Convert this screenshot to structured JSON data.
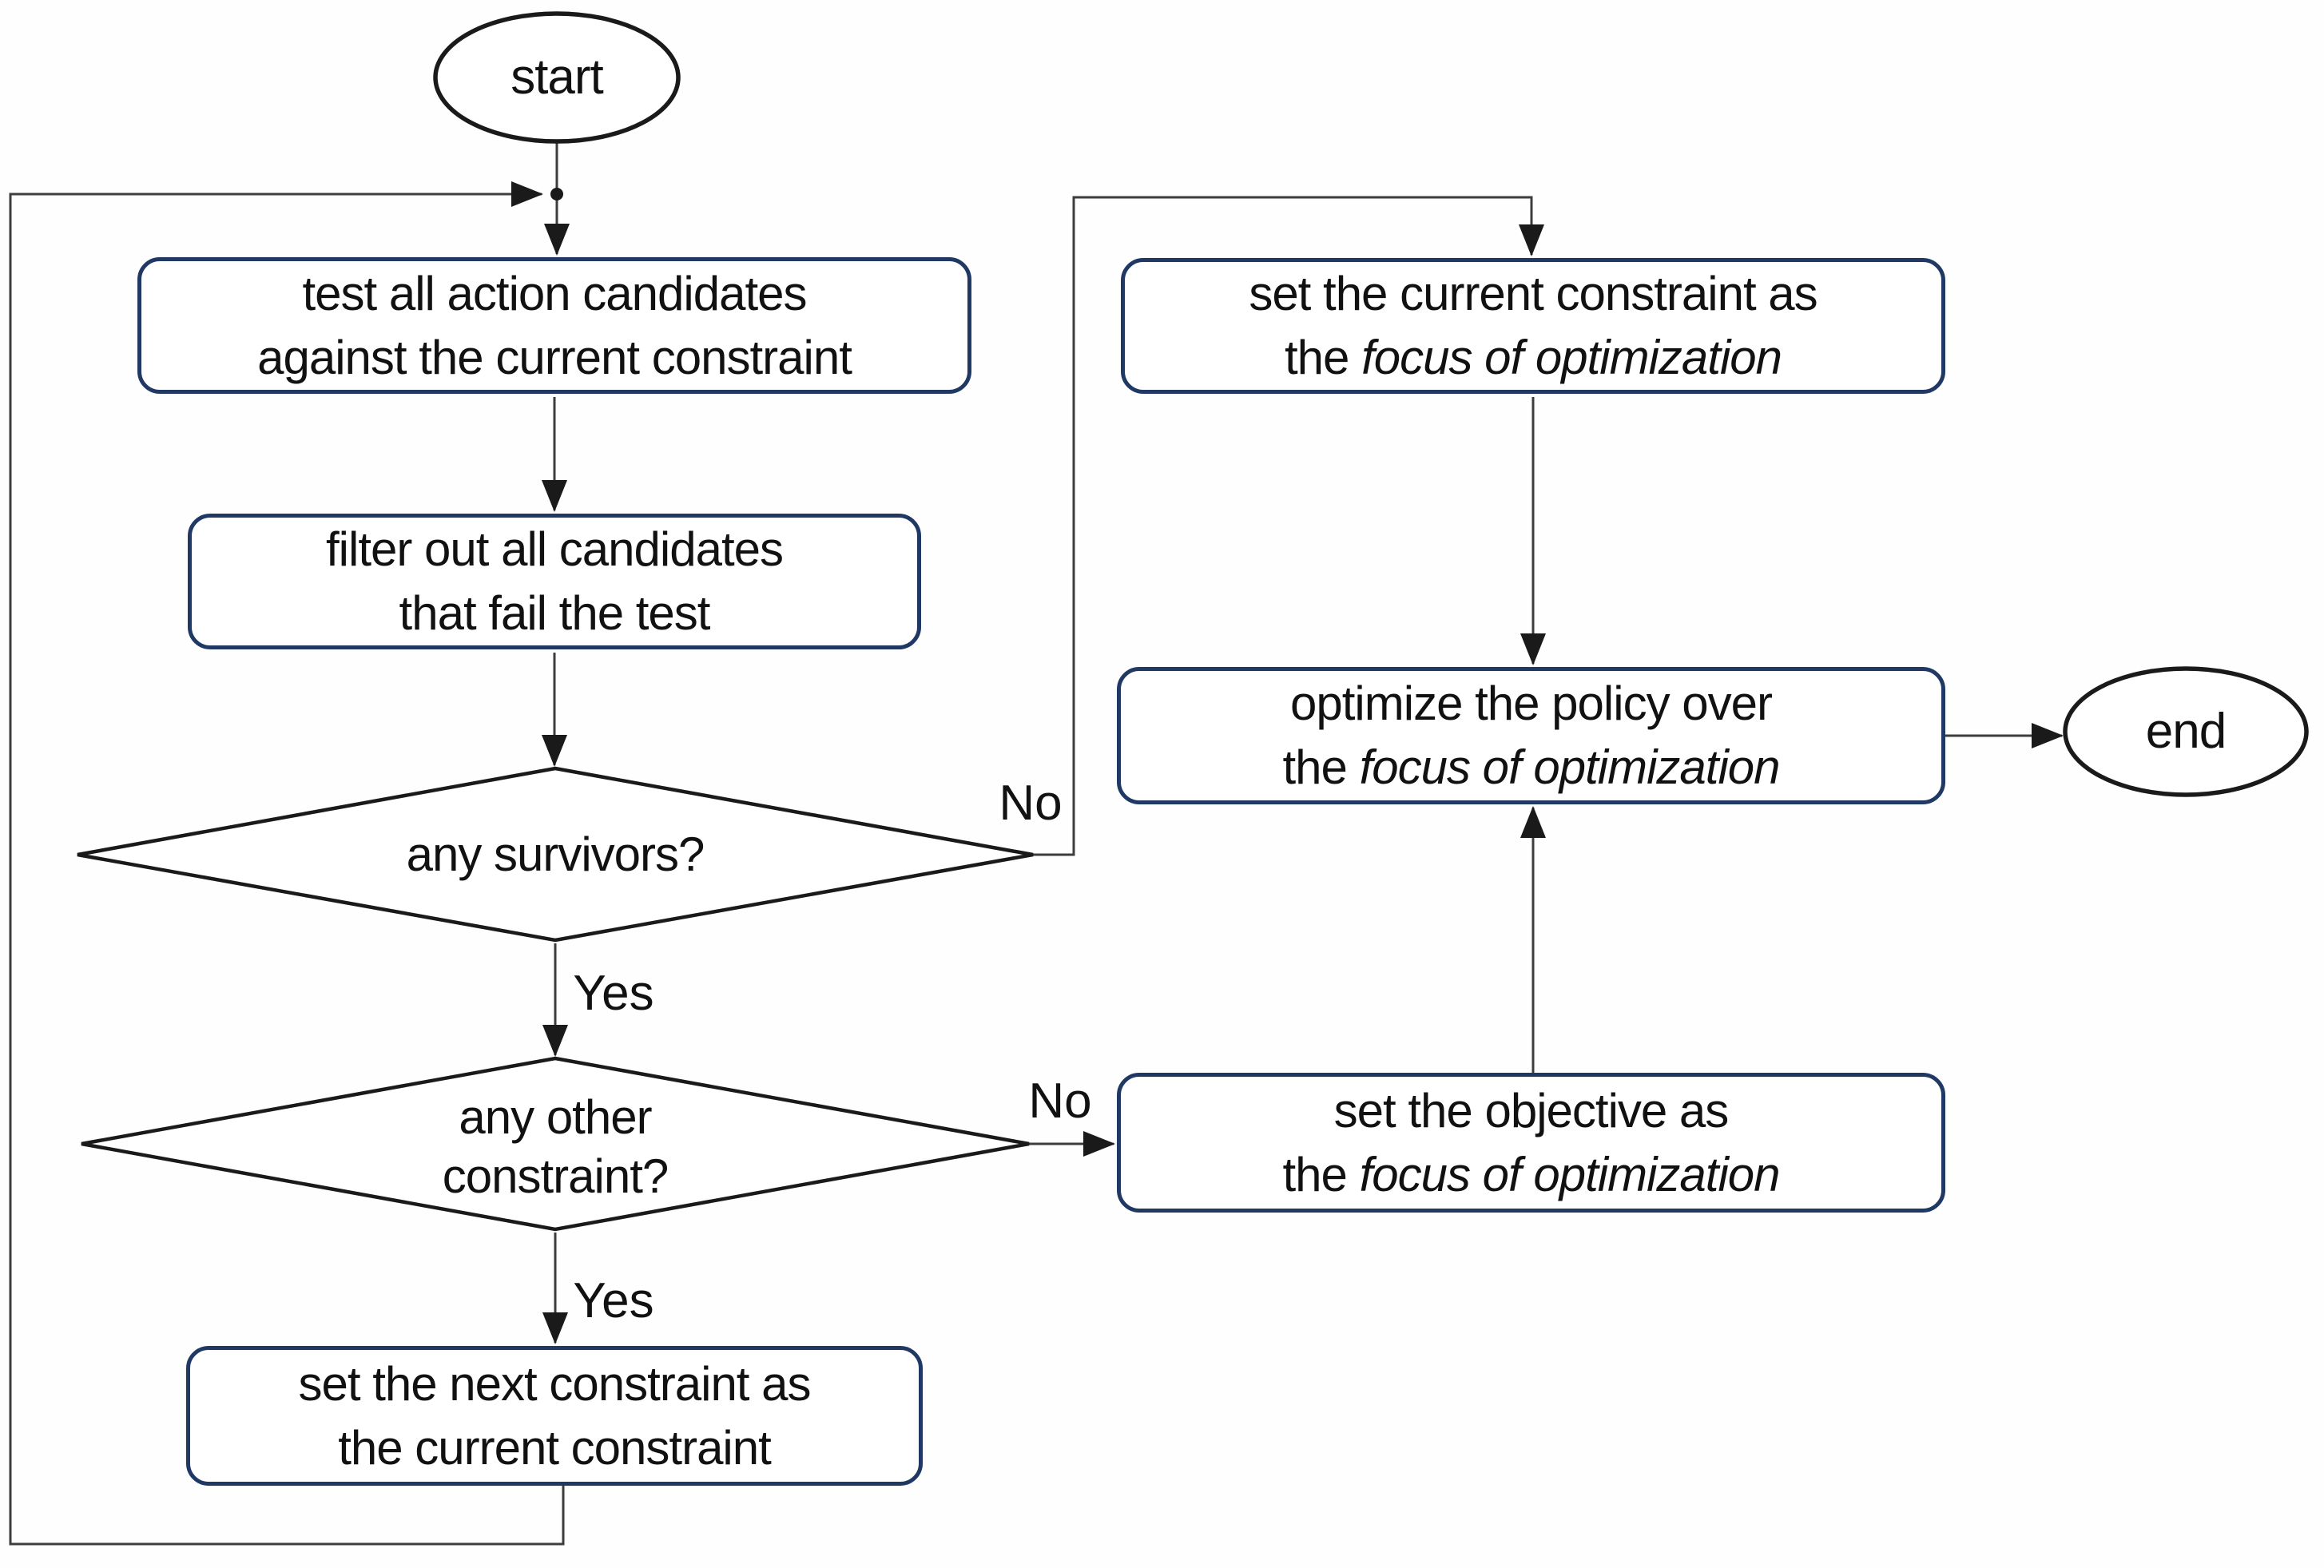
{
  "diagram": {
    "title": "constrained policy optimization flowchart",
    "colors": {
      "process_border": "#1f3864",
      "shape_outline": "#1a1a1a",
      "connector": "#3d3d3d",
      "text": "#111111",
      "background": "#fefefe"
    },
    "nodes": {
      "start": {
        "label": "start"
      },
      "test": {
        "line1": "test all action candidates",
        "line2": "against the current constraint"
      },
      "filter": {
        "line1": "filter out all candidates",
        "line2": "that fail the test"
      },
      "survivors": {
        "label": "any survivors?"
      },
      "other_constraint": {
        "line1": "any other",
        "line2": "constraint?"
      },
      "next_constraint": {
        "line1": "set the next constraint as",
        "line2": "the current constraint"
      },
      "set_current": {
        "line1": "set the current constraint as",
        "line2_prefix": "the ",
        "line2_italic": "focus of optimization"
      },
      "optimize": {
        "line1": "optimize the policy over",
        "line2_prefix": "the ",
        "line2_italic": "focus of optimization"
      },
      "set_objective": {
        "line1": "set the objective as",
        "line2_prefix": "the ",
        "line2_italic": "focus of optimization"
      },
      "end": {
        "label": "end"
      }
    },
    "edge_labels": {
      "survivors_no": "No",
      "survivors_yes": "Yes",
      "other_no": "No",
      "other_yes": "Yes"
    }
  }
}
